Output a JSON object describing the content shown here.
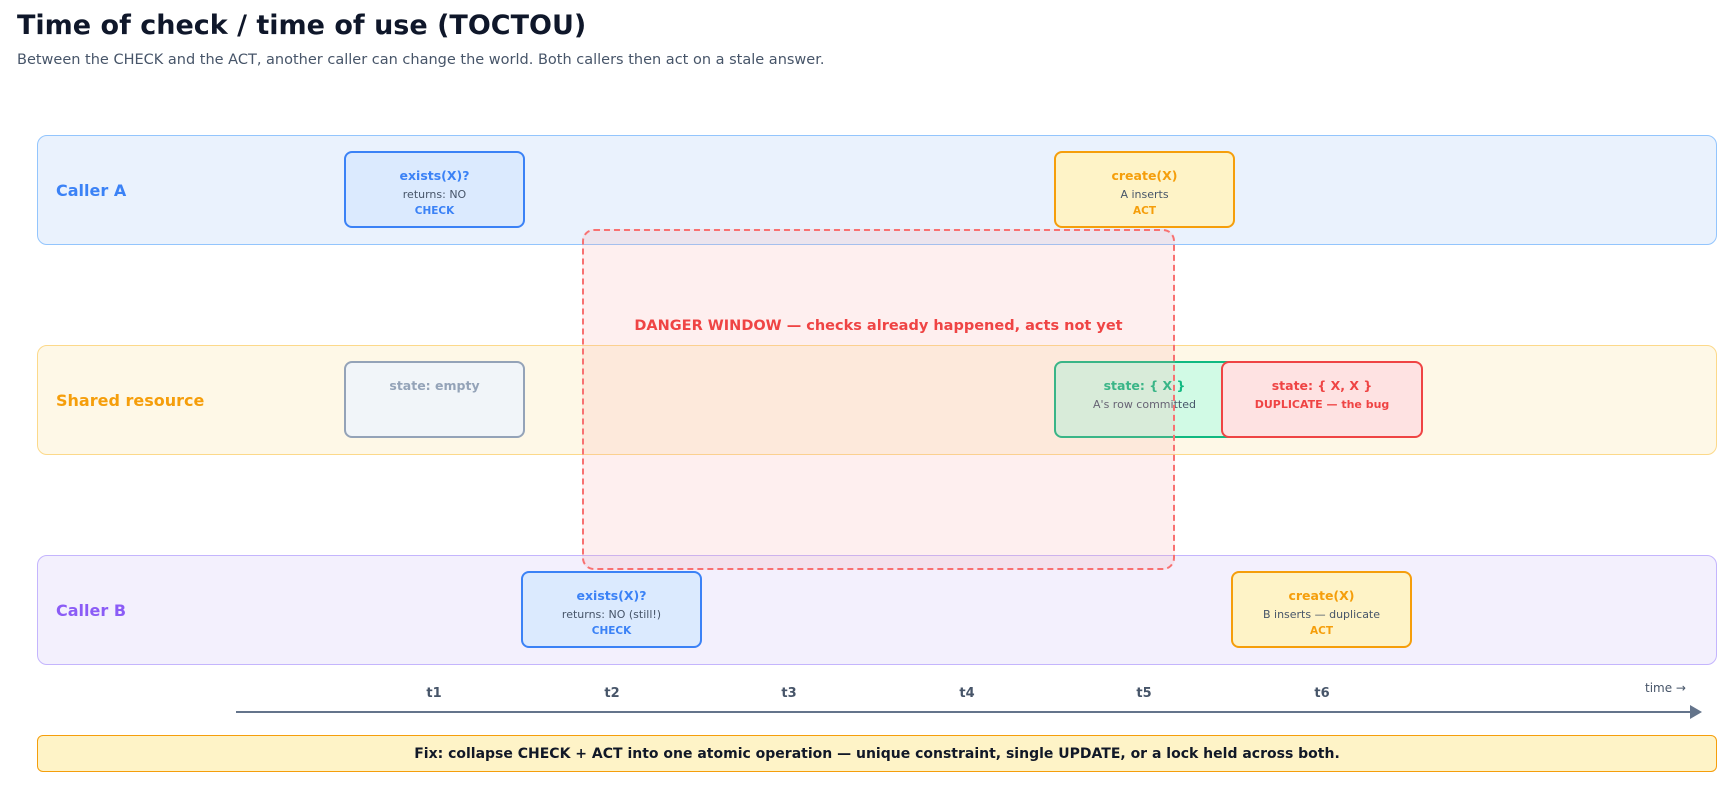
{
  "title": "Time of check / time of use (TOCTOU)",
  "subtitle": "Between the CHECK and the ACT, another caller can change the world. Both callers then act on a stale answer.",
  "colors": {
    "blue": "#3b82f6",
    "amber": "#f59e0b",
    "green": "#10b981",
    "red": "#ef4444",
    "purple": "#8b5cf6",
    "slate": "#94a3b8"
  },
  "lanes": {
    "caller_a": "Caller A",
    "shared": "Shared resource",
    "caller_b": "Caller B"
  },
  "boxes": {
    "a_check": {
      "title": "exists(X)?",
      "detail": "returns: NO",
      "kind": "CHECK"
    },
    "a_act": {
      "title": "create(X)",
      "detail": "A inserts",
      "kind": "ACT"
    },
    "s_empty": {
      "title": "state: empty"
    },
    "s_one": {
      "title": "state: { X }",
      "detail": "A's row committed"
    },
    "s_dup": {
      "title": "state: { X, X }",
      "detail": "DUPLICATE — the bug"
    },
    "b_check": {
      "title": "exists(X)?",
      "detail": "returns: NO (still!)",
      "kind": "CHECK"
    },
    "b_act": {
      "title": "create(X)",
      "detail": "B inserts — duplicate",
      "kind": "ACT"
    }
  },
  "danger_window": "DANGER WINDOW — checks already happened, acts not yet",
  "timeline": {
    "ticks": [
      "t1",
      "t2",
      "t3",
      "t4",
      "t5",
      "t6"
    ],
    "label": "time →"
  },
  "fix": "Fix: collapse CHECK + ACT into one atomic operation — unique constraint, single UPDATE, or a lock held across both."
}
